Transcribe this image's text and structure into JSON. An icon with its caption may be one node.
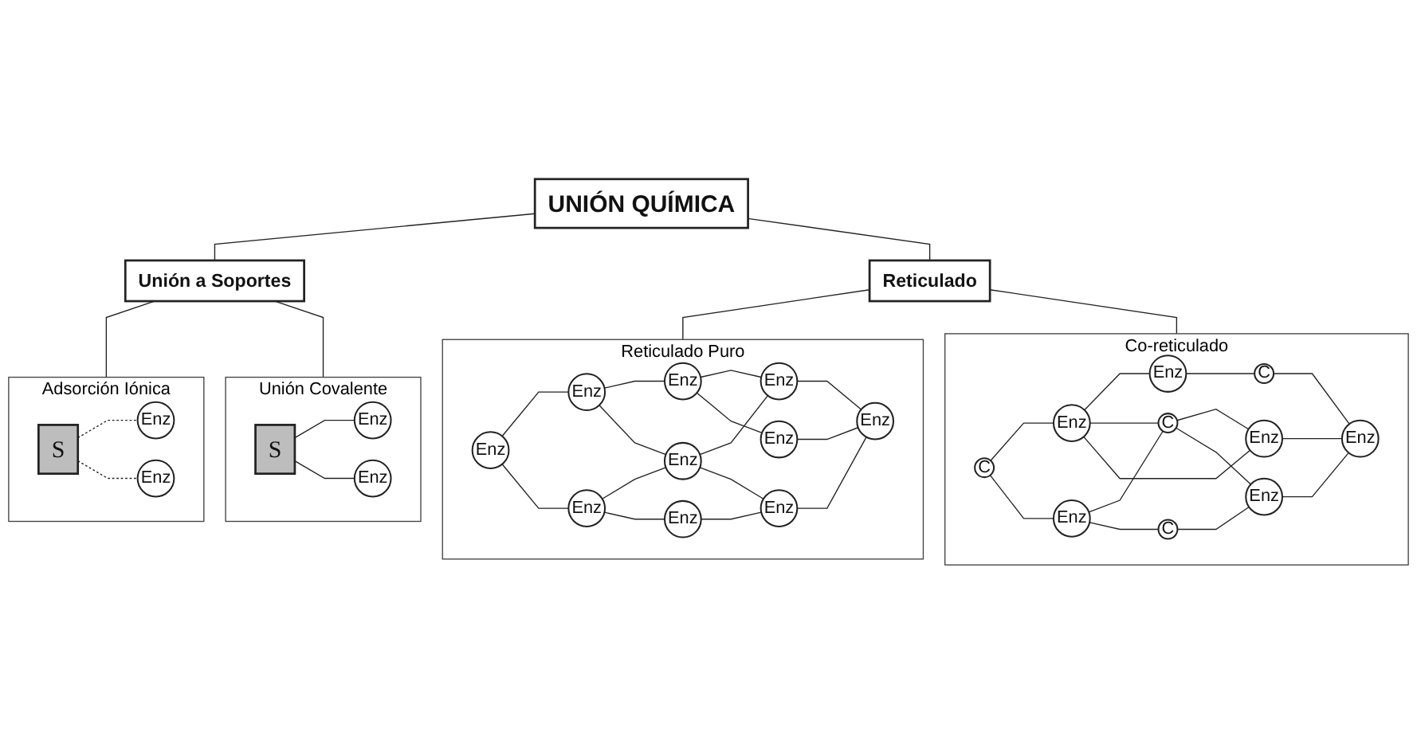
{
  "diagram": {
    "nodes": [
      {
        "text": [
          "UNIÓN QUÍMICA"
        ]
      },
      {
        "text": [
          "Unión a Soportes"
        ]
      },
      {
        "text": [
          "Reticulado"
        ]
      },
      {
        "text": [
          "Adsorción Iónica"
        ]
      },
      {
        "text": [
          "S"
        ],
        "in": 3
      },
      {
        "text": [
          "Enz"
        ],
        "in": 3
      },
      {
        "text": [
          "Enz"
        ],
        "in": 3
      },
      {
        "text": [
          "Unión Covalente"
        ]
      },
      {
        "text": [
          "S"
        ],
        "in": 7
      },
      {
        "text": [
          "Enz"
        ],
        "in": 7
      },
      {
        "text": [
          "Enz"
        ],
        "in": 7
      },
      {
        "text": [
          "Reticulado Puro"
        ]
      },
      {
        "text": [
          "Enz"
        ],
        "in": 11
      },
      {
        "text": [
          "Enz"
        ],
        "in": 11
      },
      {
        "text": [
          "Enz"
        ],
        "in": 11
      },
      {
        "text": [
          "Enz"
        ],
        "in": 11
      },
      {
        "text": [
          "Enz"
        ],
        "in": 11
      },
      {
        "text": [
          "Enz"
        ],
        "in": 11
      },
      {
        "text": [
          "Enz"
        ],
        "in": 11
      },
      {
        "text": [
          "Enz"
        ],
        "in": 11
      },
      {
        "text": [
          "Enz"
        ],
        "in": 11
      },
      {
        "text": [
          "Enz"
        ],
        "in": 11
      },
      {
        "text": [
          "Co-reticulado"
        ]
      },
      {
        "text": [
          "C"
        ],
        "in": 22
      },
      {
        "text": [
          "Enz"
        ],
        "in": 22
      },
      {
        "text": [
          "Enz"
        ],
        "in": 22
      },
      {
        "text": [
          "Enz"
        ],
        "in": 22
      },
      {
        "text": [
          "C"
        ],
        "in": 22
      },
      {
        "text": [
          "Enz"
        ],
        "in": 22
      },
      {
        "text": [
          "C"
        ],
        "in": 22
      },
      {
        "text": [
          "C"
        ],
        "in": 22
      },
      {
        "text": [
          "Enz"
        ],
        "in": 22
      },
      {
        "text": [
          "Enz"
        ],
        "in": 22
      }
    ],
    "edges": [
      {
        "from": 0,
        "to": 1,
        "arrow": "none"
      },
      {
        "from": 0,
        "to": 2,
        "arrow": "none"
      },
      {
        "from": 1,
        "to": 3,
        "arrow": "none"
      },
      {
        "from": 1,
        "to": 7,
        "arrow": "none"
      },
      {
        "from": 2,
        "to": 11,
        "arrow": "none"
      },
      {
        "from": 2,
        "to": 22,
        "arrow": "none"
      },
      {
        "from": 4,
        "to": 5,
        "arrow": "none",
        "style": "dashed"
      },
      {
        "from": 4,
        "to": 6,
        "arrow": "none",
        "style": "dashed"
      },
      {
        "from": 8,
        "to": 9,
        "arrow": "none"
      },
      {
        "from": 8,
        "to": 10,
        "arrow": "none"
      },
      {
        "from": 12,
        "to": 13,
        "arrow": "none"
      },
      {
        "from": 13,
        "to": 14,
        "arrow": "none"
      },
      {
        "from": 12,
        "to": 15,
        "arrow": "none"
      },
      {
        "from": 13,
        "to": 16,
        "arrow": "none"
      },
      {
        "from": 14,
        "to": 17,
        "arrow": "none"
      },
      {
        "from": 14,
        "to": 18,
        "arrow": "none"
      },
      {
        "from": 15,
        "to": 16,
        "arrow": "none"
      },
      {
        "from": 16,
        "to": 17,
        "arrow": "none"
      },
      {
        "from": 15,
        "to": 19,
        "arrow": "none"
      },
      {
        "from": 16,
        "to": 20,
        "arrow": "none"
      },
      {
        "from": 19,
        "to": 20,
        "arrow": "none"
      },
      {
        "from": 20,
        "to": 21,
        "arrow": "none"
      },
      {
        "from": 17,
        "to": 21,
        "arrow": "none"
      },
      {
        "from": 18,
        "to": 21,
        "arrow": "none"
      },
      {
        "from": 23,
        "to": 24,
        "arrow": "none"
      },
      {
        "from": 24,
        "to": 25,
        "arrow": "none"
      },
      {
        "from": 23,
        "to": 26,
        "arrow": "none"
      },
      {
        "from": 24,
        "to": 27,
        "arrow": "none"
      },
      {
        "from": 24,
        "to": 28,
        "arrow": "none"
      },
      {
        "from": 25,
        "to": 29,
        "arrow": "none"
      },
      {
        "from": 26,
        "to": 27,
        "arrow": "none"
      },
      {
        "from": 27,
        "to": 28,
        "arrow": "none"
      },
      {
        "from": 26,
        "to": 30,
        "arrow": "none"
      },
      {
        "from": 27,
        "to": 31,
        "arrow": "none"
      },
      {
        "from": 30,
        "to": 31,
        "arrow": "none"
      },
      {
        "from": 31,
        "to": 32,
        "arrow": "none"
      },
      {
        "from": 28,
        "to": 32,
        "arrow": "none"
      },
      {
        "from": 29,
        "to": 32,
        "arrow": "none"
      }
    ]
  }
}
